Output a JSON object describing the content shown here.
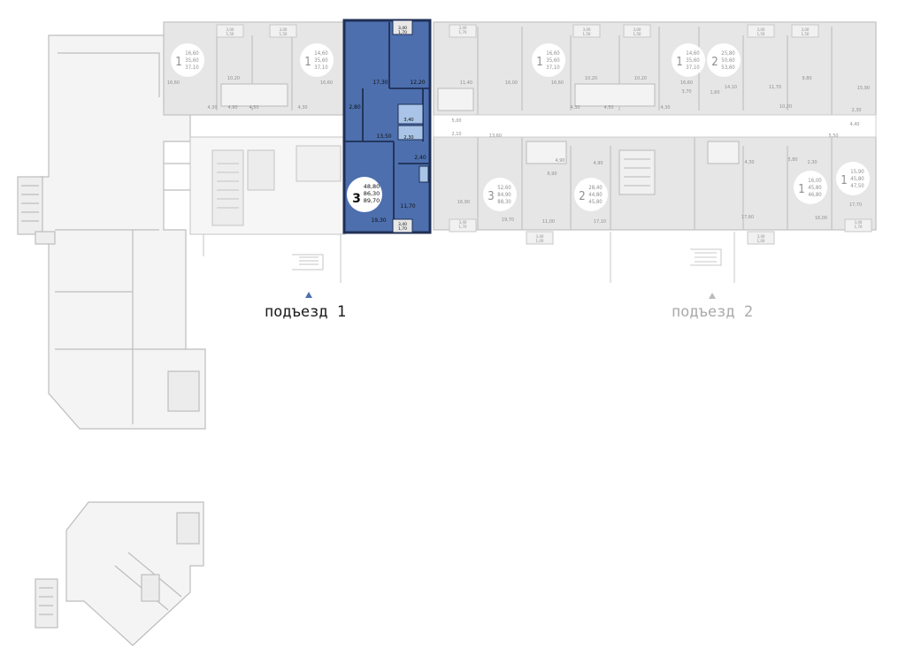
{
  "entrances": [
    {
      "label": "подъезд 1",
      "active": true
    },
    {
      "label": "подъезд 2",
      "active": false
    }
  ],
  "selected_apartment": {
    "rooms": "3",
    "area_living": "48,80",
    "area_total": "86,30",
    "area_full": "89,70",
    "room_areas": [
      "17,30",
      "12,20",
      "2,80",
      "13,50",
      "3,40",
      "2,30",
      "2,40",
      "11,70",
      "19,30"
    ],
    "balconies": [
      {
        "top": "3,40",
        "bottom": "1,70"
      },
      {
        "top": "3,40",
        "bottom": "1,70"
      }
    ]
  },
  "apartments": [
    {
      "rooms": "1",
      "a1": "16,60",
      "a2": "35,60",
      "a3": "37,10"
    },
    {
      "rooms": "1",
      "a1": "14,60",
      "a2": "35,60",
      "a3": "37,10"
    },
    {
      "rooms": "1",
      "a1": "16,60",
      "a2": "35,60",
      "a3": "37,10"
    },
    {
      "rooms": "1",
      "a1": "14,60",
      "a2": "35,60",
      "a3": "37,10"
    },
    {
      "rooms": "2",
      "a1": "25,80",
      "a2": "50,60",
      "a3": "53,60"
    },
    {
      "rooms": "3",
      "a1": "52,60",
      "a2": "84,90",
      "a3": "88,30"
    },
    {
      "rooms": "2",
      "a1": "28,40",
      "a2": "44,80",
      "a3": "45,80"
    },
    {
      "rooms": "1",
      "a1": "16,00",
      "a2": "45,80",
      "a3": "46,80"
    },
    {
      "rooms": "1",
      "a1": "15,90",
      "a2": "45,80",
      "a3": "47,50"
    }
  ],
  "room_labels": [
    "16,60",
    "10,20",
    "16,60",
    "4,30",
    "4,90",
    "4,50",
    "4,30",
    "11,40",
    "16,00",
    "13,60",
    "5,00",
    "2,10",
    "16,90",
    "16,60",
    "10,20",
    "10,20",
    "16,60",
    "4,30",
    "4,50",
    "4,30",
    "14,10",
    "11,70",
    "9,80",
    "10,20",
    "15,90",
    "5,50",
    "4,40",
    "2,30",
    "4,90",
    "6,90",
    "19,70",
    "11,00",
    "17,10",
    "4,90",
    "4,30",
    "5,80",
    "2,30",
    "17,60",
    "16,00",
    "17,70",
    "3,70",
    "1,60"
  ],
  "balcony_labels": [
    {
      "top": "3,00",
      "bottom": "1,50"
    },
    {
      "top": "3,00",
      "bottom": "1,50"
    },
    {
      "top": "3,40",
      "bottom": "1,70"
    },
    {
      "top": "3,00",
      "bottom": "1,50"
    },
    {
      "top": "3,00",
      "bottom": "1,50"
    },
    {
      "top": "3,00",
      "bottom": "1,50"
    },
    {
      "top": "3,00",
      "bottom": "1,50"
    },
    {
      "top": "3,40",
      "bottom": "1,70"
    },
    {
      "top": "3,40",
      "bottom": "1,00"
    },
    {
      "top": "3,40",
      "bottom": "1,00"
    },
    {
      "top": "3,40",
      "bottom": "1,70"
    }
  ],
  "colors": {
    "selected_fill": "#4d6fae",
    "selected_wall": "#1f2f55",
    "wet_zone": "#a9c4e6",
    "wall_grey": "#bdbdbd",
    "apartment_grey": "#e6e6e6",
    "entrance_active": "#1a1a1a",
    "entrance_inactive": "#aaaaaa",
    "arrow_active": "#4d6fae",
    "arrow_inactive": "#bbbbbb"
  }
}
